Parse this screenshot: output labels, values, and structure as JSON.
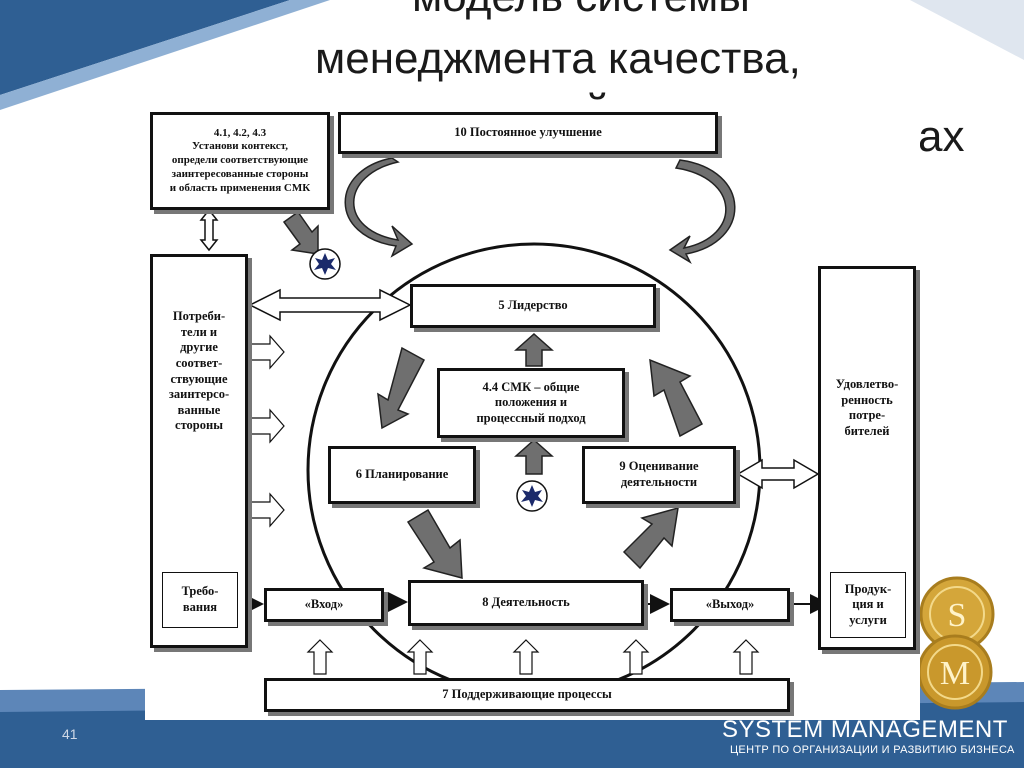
{
  "slide": {
    "title_line_1": "модель системы",
    "title_line_2": "менеджмента качества,",
    "title_fragment_o": "й",
    "title_fragment_ax": "ах",
    "page_number": "41"
  },
  "diagram": {
    "context": {
      "line1": "4.1, 4.2, 4.3",
      "line2": "Установи контекст,",
      "line3": "определи соответствующие",
      "line4": "заинтересованные стороны",
      "line5": "и область применения СМК"
    },
    "improvement": "10 Постоянное улучшение",
    "leadership": "5 Лидерство",
    "qms": {
      "line1": "4.4 СМК – общие",
      "line2": "положения и",
      "line3": "процессный подход"
    },
    "planning": "6 Планирование",
    "evaluation": {
      "line1": "9 Оценивание",
      "line2": "деятельности"
    },
    "operation": "8 Деятельность",
    "input": "«Вход»",
    "output": "«Выход»",
    "support": "7 Поддерживающие процессы",
    "left_panel": {
      "lines": [
        "Потреби-",
        "тели и",
        "другие",
        "соответ-",
        "ствующие",
        "заинтерсо-",
        "ванные",
        "стороны"
      ],
      "requirements": [
        "Требо-",
        "вания"
      ]
    },
    "right_panel": {
      "lines": [
        "Удовлетво-",
        "ренность",
        "потре-",
        "бителей"
      ],
      "products": [
        "Продук-",
        "ция и",
        "услуги"
      ]
    }
  },
  "branding": {
    "name": "SYSTEM MANAGEMENT",
    "tagline": "ЦЕНТР ПО ОРГАНИЗАЦИИ И РАЗВИТИЮ БИЗНЕСА",
    "logo_letters": [
      "S",
      "M"
    ]
  },
  "colors": {
    "blue_band": "#2f5f93",
    "gold": "#d4a63a",
    "arrow_gray": "#6f6f6f"
  }
}
